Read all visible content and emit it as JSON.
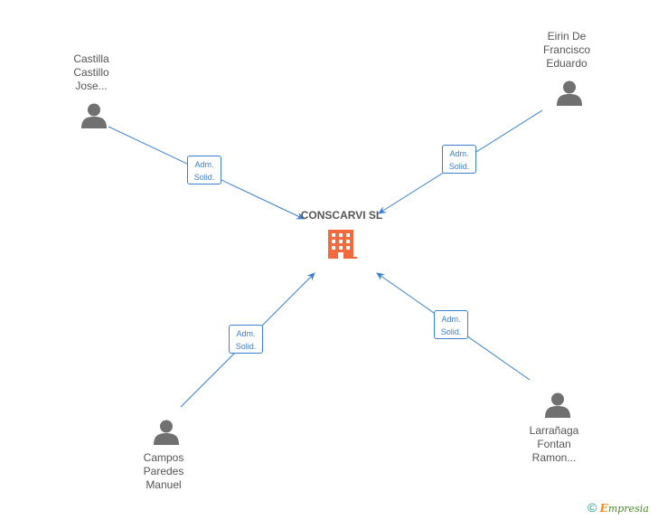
{
  "company": {
    "name": "CONSCARVI SL",
    "icon": "building-icon",
    "color": "#f26a3d"
  },
  "people": [
    {
      "id": "castilla",
      "lines": [
        "Castilla",
        "Castillo",
        "Jose..."
      ],
      "icon": "person-icon"
    },
    {
      "id": "eirin",
      "lines": [
        "Eirin De",
        "Francisco",
        "Eduardo"
      ],
      "icon": "person-icon"
    },
    {
      "id": "campos",
      "lines": [
        "Campos",
        "Paredes",
        "Manuel"
      ],
      "icon": "person-icon"
    },
    {
      "id": "larranaga",
      "lines": [
        "Larrañaga",
        "Fontan",
        "Ramon..."
      ],
      "icon": "person-icon"
    }
  ],
  "relations": [
    {
      "from": "castilla",
      "lines": [
        "Adm.",
        "Solid."
      ]
    },
    {
      "from": "eirin",
      "lines": [
        "Adm.",
        "Solid."
      ]
    },
    {
      "from": "campos",
      "lines": [
        "Adm.",
        "Solid."
      ]
    },
    {
      "from": "larranaga",
      "lines": [
        "Adm.",
        "Solid."
      ]
    }
  ],
  "colors": {
    "edge": "#3a7fd0",
    "person": "#707070",
    "text": "#555555"
  },
  "footer": {
    "copyright": "©",
    "brand_e": "E",
    "brand_rest": "mpresia"
  }
}
